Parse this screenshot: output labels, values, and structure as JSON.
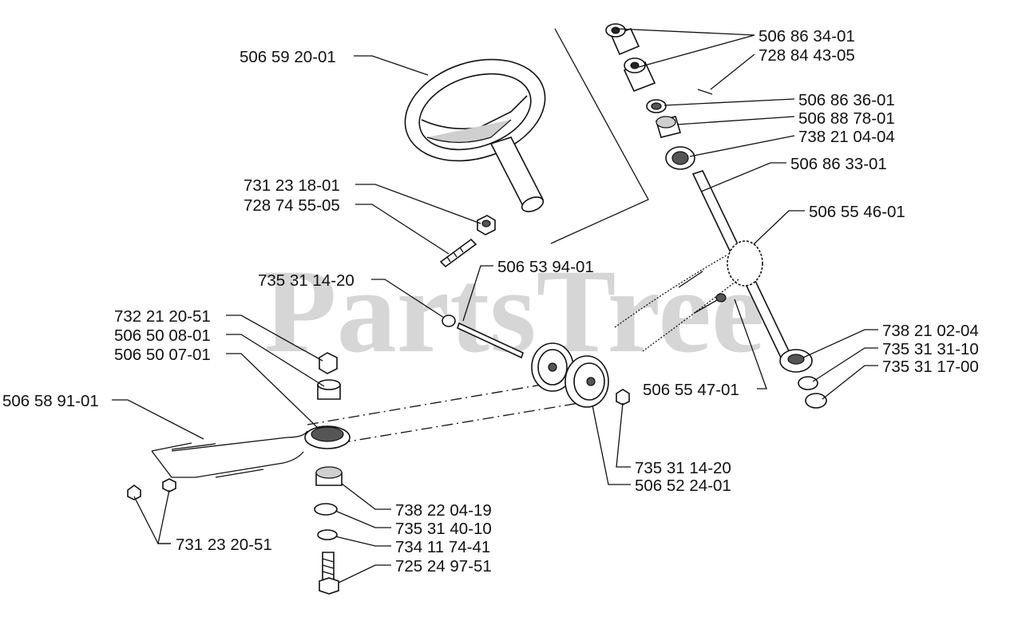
{
  "watermark": "PartsTree",
  "part_labels": [
    "506 86 34-01",
    "728 84 43-05",
    "506 86 36-01",
    "506 88 78-01",
    "738 21 04-04",
    "506 86 33-01",
    "506 55 46-01",
    "506 59 20-01",
    "731 23 18-01",
    "728 74 55-05",
    "735 31 14-20",
    "506 53 94-01",
    "732 21 20-51",
    "506 50 08-01",
    "506 50 07-01",
    "506 58 91-01",
    "738 21 02-04",
    "735 31 31-10",
    "735 31 17-00",
    "506 55 47-01",
    "735 31 14-20",
    "506 52 24-01",
    "738 22 04-19",
    "735 31 40-10",
    "734 11 74-41",
    "725 24 97-51",
    "731 23 20-51"
  ]
}
